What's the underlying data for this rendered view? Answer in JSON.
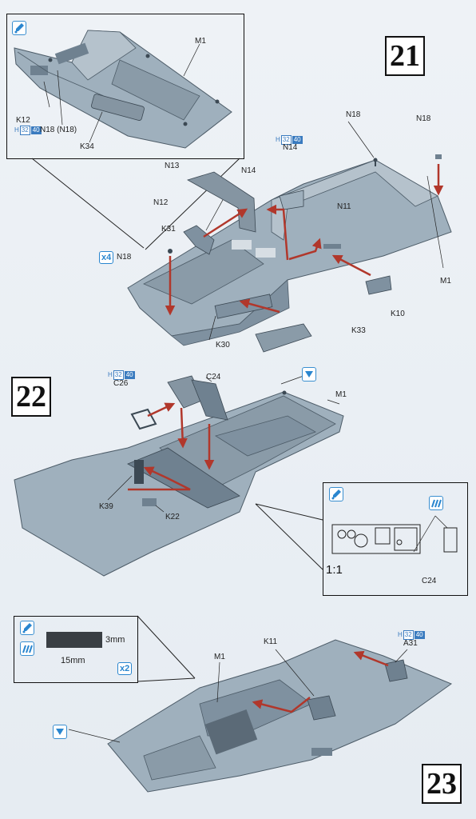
{
  "steps": [
    {
      "number": "21"
    },
    {
      "number": "22"
    },
    {
      "number": "23"
    }
  ],
  "step21": {
    "inset_labels": {
      "k12": "K12",
      "n18_paren": "N18 (N18)",
      "m1": "M1",
      "k34": "K34"
    },
    "inset_badge": {
      "h": "H",
      "n1": "32",
      "n2": "40"
    },
    "labels": {
      "n18_top": "N18",
      "n18_right": "N18",
      "n14_top": "N14",
      "n13": "N13",
      "n14": "N14",
      "n12": "N12",
      "k31": "K31",
      "n11": "N11",
      "n18_left": "N18",
      "m1": "M1",
      "k10": "K10",
      "k33": "K33",
      "k30": "K30"
    },
    "badge_n14": {
      "h": "H",
      "n1": "32",
      "n2": "40"
    },
    "qty": "x4"
  },
  "step22": {
    "labels": {
      "c26": "C26",
      "c24": "C24",
      "m1": "M1",
      "k39": "K39",
      "k22": "K22"
    },
    "badge_c26": {
      "h": "H",
      "n1": "32",
      "n2": "40"
    },
    "inset": {
      "scale": "1:1",
      "c24": "C24"
    }
  },
  "step23": {
    "inset": {
      "dim_w": "15mm",
      "dim_h": "3mm",
      "qty": "x2"
    },
    "labels": {
      "m1": "M1",
      "k11": "K11",
      "a31": "A31"
    },
    "badge_a31": {
      "h": "H",
      "n1": "32",
      "n2": "40"
    }
  },
  "colors": {
    "part": "#9fb0bd",
    "part_dark": "#6f8190",
    "part_light": "#c3ced7",
    "arrow": "#b1372b",
    "icon_blue": "#2a86cf",
    "frame": "#111111"
  },
  "icons": [
    "glue-icon",
    "photo-etch-icon",
    "paint-triangle-icon"
  ]
}
